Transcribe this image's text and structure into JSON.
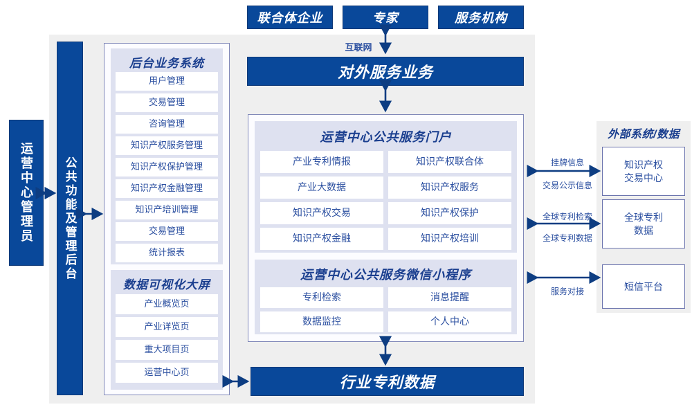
{
  "colors": {
    "brand_blue": "#09489a",
    "panel_gray": "#efefef",
    "group_lavender": "#dee1f0",
    "text_blue": "#2b4fa0",
    "title_blue": "#1b3f8f",
    "box_border": "#6a73ad"
  },
  "top_actors": [
    {
      "label": "联合体企业"
    },
    {
      "label": "专家"
    },
    {
      "label": "服务机构"
    }
  ],
  "connectors": {
    "internet": "互联网",
    "listing_info": "挂牌信息",
    "trade_public_info": "交易公示信息",
    "global_patent_search": "全球专利检索",
    "global_patent_data": "全球专利数据",
    "service_docking": "服务对接"
  },
  "external_service_bar": {
    "label": "对外服务业务"
  },
  "industry_patent_data_bar": {
    "label": "行业专利数据"
  },
  "left_actor": {
    "label": "运营中心管理员"
  },
  "admin_sidebar": {
    "label": "公共功能及管理后台"
  },
  "backend_system": {
    "title": "后台业务系统",
    "items": [
      "用户管理",
      "交易管理",
      "咨询管理",
      "知识产权服务管理",
      "知识产权保护管理",
      "知识产权金融管理",
      "知识产培训管理",
      "交易管理",
      "统计报表"
    ]
  },
  "data_visualization": {
    "title": "数据可视化大屏",
    "items": [
      "产业概览页",
      "产业详览页",
      "重大项目页",
      "运营中心页"
    ]
  },
  "public_portal": {
    "title": "运营中心公共服务门户",
    "items": [
      "产业专利情报",
      "知识产权联合体",
      "产业大数据",
      "知识产权服务",
      "知识产权交易",
      "知识产权保护",
      "知识产权金融",
      "知识产权培训"
    ]
  },
  "wechat_miniprogram": {
    "title": "运营中心公共服务微信小程序",
    "items": [
      "专利检索",
      "消息提醒",
      "数据监控",
      "个人中心"
    ]
  },
  "external_systems": {
    "title": "外部系统/数据",
    "items": [
      "知识产权\n交易中心",
      "全球专利\n数据",
      "短信平台"
    ]
  }
}
